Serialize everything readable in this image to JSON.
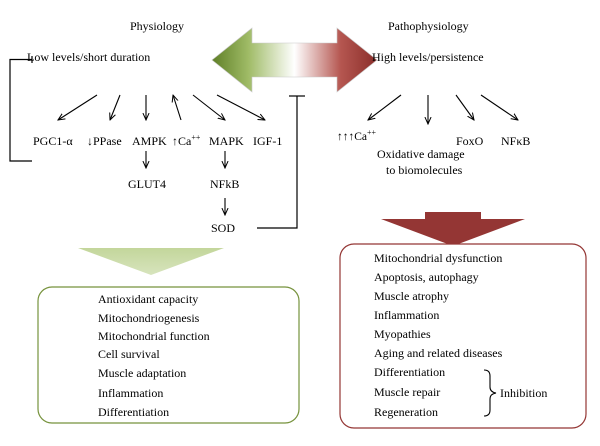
{
  "headers": {
    "left": "Physiology",
    "right": "Pathophysiology"
  },
  "subheaders": {
    "left": "Low levels/short duration",
    "right": "High levels/persistence"
  },
  "physiology_targets": {
    "pgc": "PGC1-α",
    "ppase": "↓PPase",
    "ampk": "AMPK",
    "ca": "↑Ca",
    "ca_sup": "++",
    "mapk": "MAPK",
    "igf": "IGF-1",
    "glut4": "GLUT4",
    "nfkb": "NFkB",
    "sod": "SOD"
  },
  "pathophysiology_targets": {
    "ca": "↑↑↑Ca",
    "ca_sup": "++",
    "foxo": "FoxO",
    "nfkb": "NFκB",
    "oxidative_line1": "Oxidative damage",
    "oxidative_line2": "to biomolecules"
  },
  "physiology_outcomes": [
    "Antioxidant capacity",
    "Mitochondriogenesis",
    "Mitochondrial function",
    "Cell survival",
    "Muscle adaptation",
    "Inflammation",
    "Differentiation"
  ],
  "pathophysiology_outcomes": [
    "Mitochondrial dysfunction",
    "Apoptosis, autophagy",
    "Muscle atrophy",
    "Inflammation",
    "Myopathies",
    "Aging and related diseases",
    "Differentiation",
    "Muscle repair",
    "Regeneration"
  ],
  "inhibition_label": "Inhibition",
  "colors": {
    "green_dark": "#77933c",
    "green_light": "#c3d69b",
    "red_dark": "#953735",
    "red_mid": "#a0453f",
    "box_green": "#76923c",
    "box_red": "#943634"
  }
}
